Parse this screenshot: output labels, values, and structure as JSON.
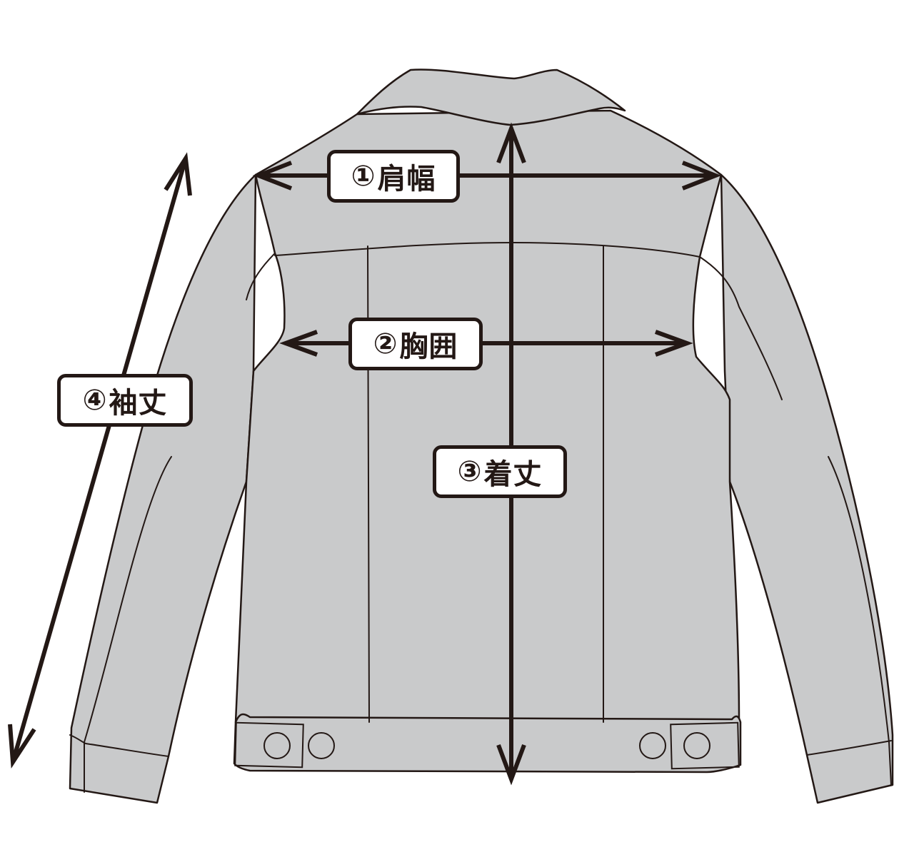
{
  "diagram": {
    "subject": "jacket back view measurement guide",
    "colors": {
      "fill": "#c9cacb",
      "line": "#231815",
      "label_bg": "#ffffff",
      "background": "#ffffff"
    },
    "measurements": [
      {
        "id": 1,
        "num": "①",
        "label": "肩幅",
        "meaning": "shoulder width"
      },
      {
        "id": 2,
        "num": "②",
        "label": "胸囲",
        "meaning": "chest"
      },
      {
        "id": 3,
        "num": "③",
        "label": "着丈",
        "meaning": "body length"
      },
      {
        "id": 4,
        "num": "④",
        "label": "袖丈",
        "meaning": "sleeve length"
      }
    ]
  }
}
